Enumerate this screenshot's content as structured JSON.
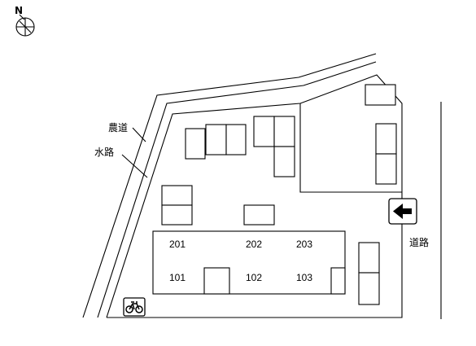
{
  "compass": {
    "icon": "compass-north-icon",
    "letter": "N"
  },
  "labels": {
    "farm_road": "農道",
    "waterway": "水路",
    "road": "道路"
  },
  "units": {
    "row_upper": [
      "201",
      "202",
      "203"
    ],
    "row_lower": [
      "101",
      "102",
      "103"
    ]
  },
  "icons": {
    "arrow": "left-arrow-icon",
    "bicycle": "bicycle-parking-icon"
  },
  "colors": {
    "line": "#000000",
    "background": "#ffffff"
  }
}
